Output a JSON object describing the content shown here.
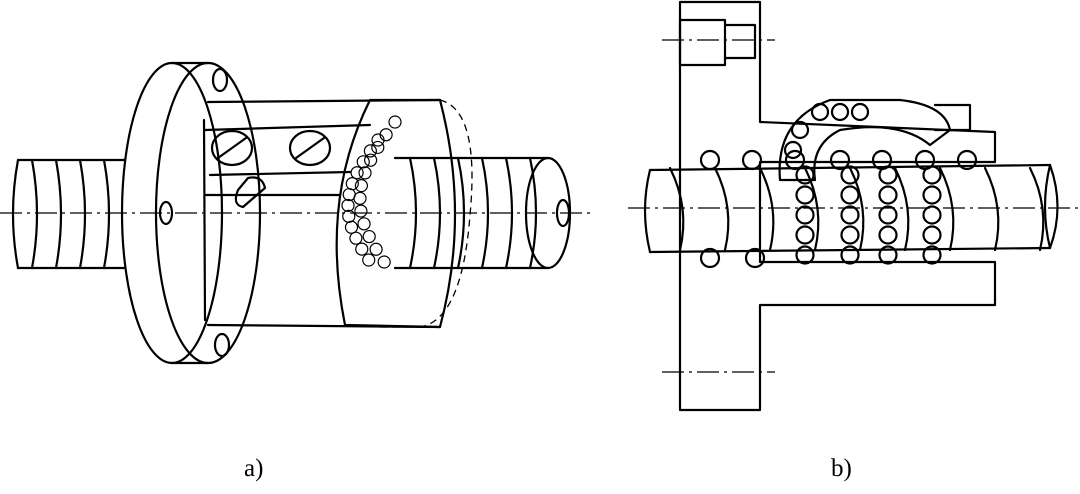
{
  "figure": {
    "caption_a": "a)",
    "caption_b": "b)"
  },
  "diagram": {
    "subject": "ball-screw-nut-assembly",
    "views": [
      {
        "id": "a",
        "name": "external-perspective-cutaway-view"
      },
      {
        "id": "b",
        "name": "longitudinal-section-view"
      }
    ],
    "line_color": "#000000",
    "background": "#ffffff"
  }
}
